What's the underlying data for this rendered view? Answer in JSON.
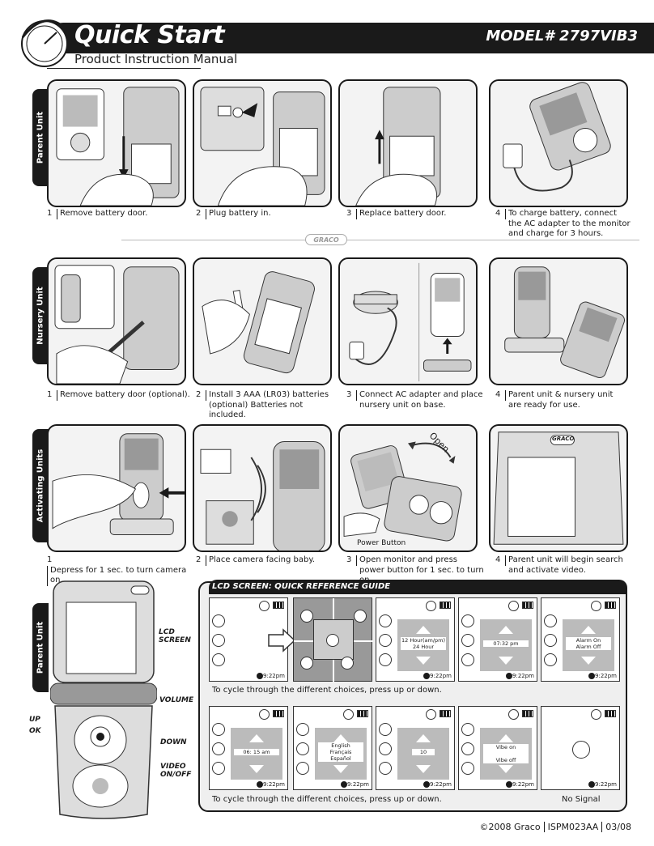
{
  "header": {
    "title": "Quick Start",
    "subtitle": "Product Instruction Manual",
    "model": "MODEL# 2797VIB3"
  },
  "sections": {
    "parent": "Parent Unit",
    "nursery": "Nursery Unit",
    "activating": "Activating Units",
    "parent2": "Parent Unit"
  },
  "graco_badge": "GRACO",
  "steps_parent": [
    {
      "num": "1",
      "line1": "Remove battery door.",
      "line2": "",
      "line3": ""
    },
    {
      "num": "2",
      "line1": "Plug battery in.",
      "line2": "",
      "line3": ""
    },
    {
      "num": "3",
      "line1": "Replace battery door.",
      "line2": "",
      "line3": ""
    },
    {
      "num": "4",
      "line1": "To charge battery, connect",
      "line2": "the AC adapter to the monitor",
      "line3": "and charge for 3 hours."
    }
  ],
  "steps_nursery": [
    {
      "num": "1",
      "line1": "Remove battery door (optional).",
      "line2": ""
    },
    {
      "num": "2",
      "line1": "Install 3 AAA (LR03) batteries",
      "line2": "(optional) Batteries not included."
    },
    {
      "num": "3",
      "line1": "Connect AC adapter and place",
      "line2": "nursery unit on base."
    },
    {
      "num": "4",
      "line1": "Parent unit & nursery unit",
      "line2": "are ready for use."
    }
  ],
  "steps_activating": [
    {
      "num": "1",
      "line1": "Depress for 1 sec. to turn camera on.",
      "line2": ""
    },
    {
      "num": "2",
      "line1": "Place camera facing baby.",
      "line2": ""
    },
    {
      "num": "3",
      "line1": "Open monitor and press",
      "line2": "power button for 1 sec. to turn on."
    },
    {
      "num": "4",
      "line1": "Parent unit will begin search",
      "line2": "and activate video."
    }
  ],
  "panel_labels": {
    "open": "Open",
    "power_button": "Power Button",
    "graco": "GRACO"
  },
  "lcd_guide": {
    "title": "LCD SCREEN: QUICK REFERENCE GUIDE",
    "time": "9:22pm",
    "row1_note": "To cycle through the different choices, press up or down.",
    "row2_note": "To cycle through the different choices, press up or down.",
    "no_signal": "No Signal",
    "hour_opt1": "12 Hour(am/pm)",
    "hour_opt2": "24 Hour",
    "time_set": "07:32 pm",
    "alarm_on": "Alarm On",
    "alarm_off": "Alarm Off",
    "alarm_time": "06: 15 am",
    "lang1": "English",
    "lang2": "Français",
    "lang3": "Español",
    "volume_val": "10",
    "vibe_on": "Vibe on",
    "vibe_off": "Vibe off"
  },
  "unit_callouts": {
    "lcd": "LCD",
    "screen": "SCREEN",
    "volume": "VOLUME",
    "up": "UP",
    "ok": "OK",
    "down": "DOWN",
    "video": "VIDEO",
    "onoff": "ON/OFF"
  },
  "footer": {
    "copyright": "©2008 Graco",
    "code": "ISPM023AA",
    "date": "03/08"
  }
}
